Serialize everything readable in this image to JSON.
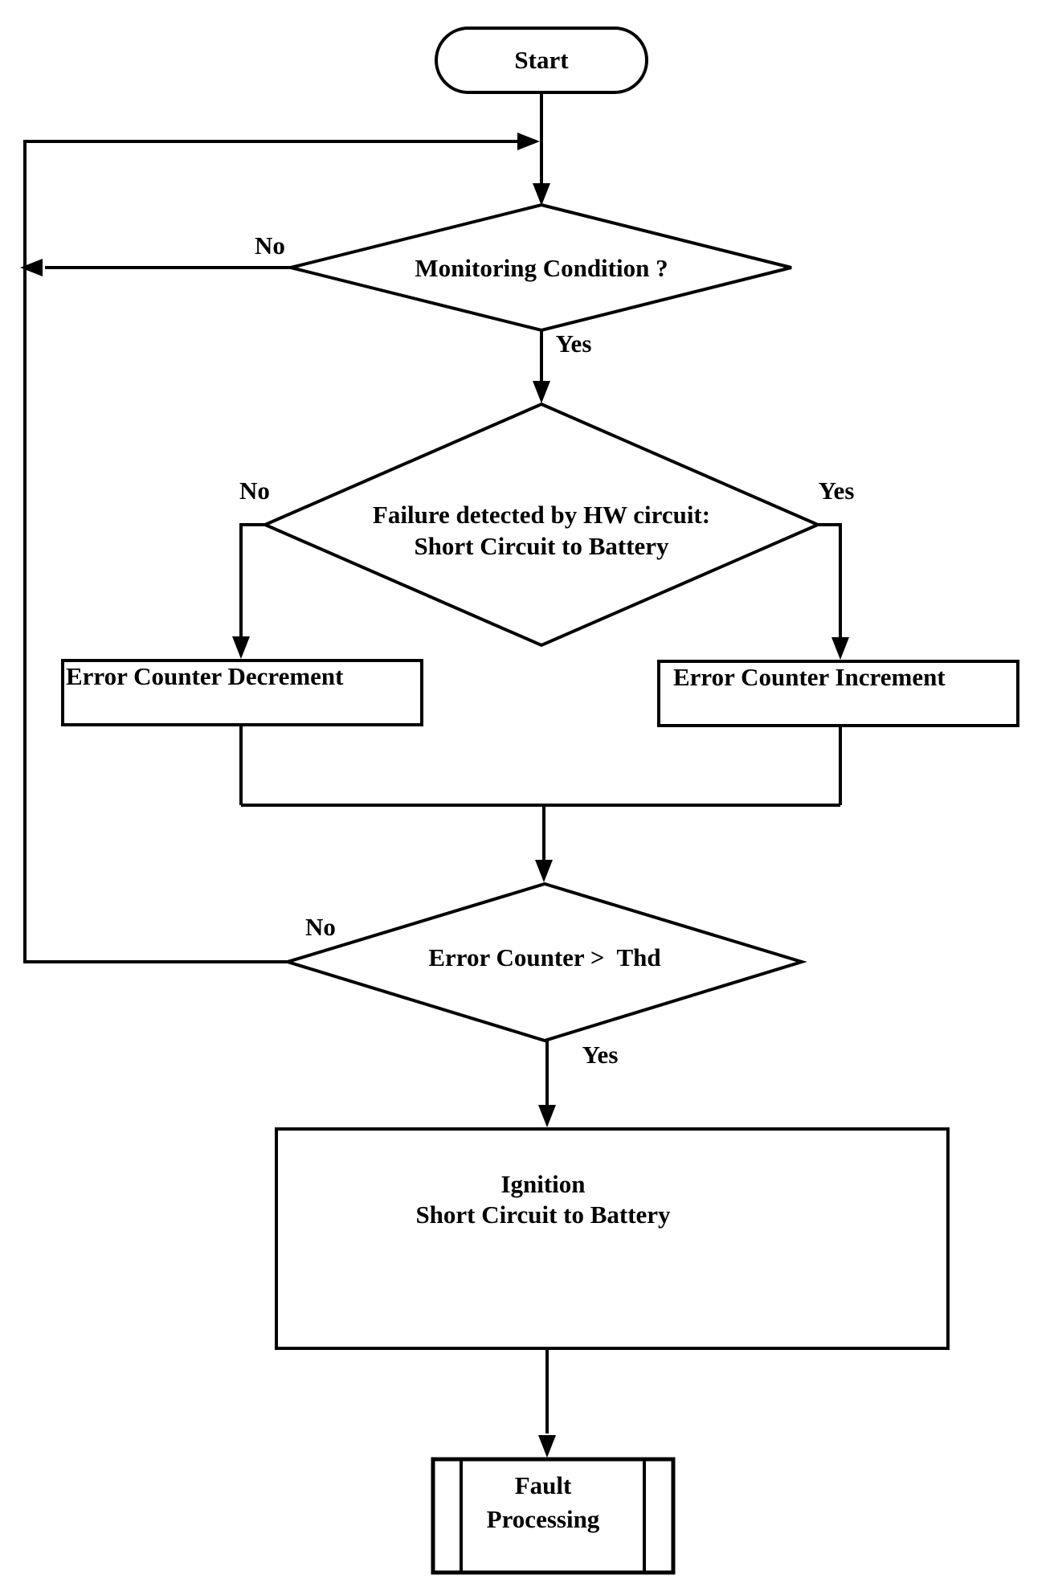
{
  "diagram": {
    "type": "flowchart",
    "colors": {
      "line": "#000000",
      "text": "#000000",
      "background": "#ffffff"
    },
    "nodes": {
      "start": {
        "shape": "terminator",
        "label": "Start"
      },
      "monitoring_condition": {
        "shape": "decision",
        "label": "Monitoring Condition ?"
      },
      "failure_detected": {
        "shape": "decision",
        "label": "Failure detected by HW circuit:\nShort Circuit to Battery"
      },
      "error_counter_decrement": {
        "shape": "process",
        "label": "Error Counter Decrement"
      },
      "error_counter_increment": {
        "shape": "process",
        "label": "Error Counter Increment"
      },
      "error_counter_threshold": {
        "shape": "decision",
        "label": "Error Counter >  Thd"
      },
      "ignition_short_circuit": {
        "shape": "process",
        "label": "Ignition\nShort Circuit to Battery"
      },
      "fault_processing": {
        "shape": "predefined_process",
        "label": "Fault\nProcessing"
      }
    },
    "branch_labels": {
      "monitoring_no": "No",
      "monitoring_yes": "Yes",
      "failure_no": "No",
      "failure_yes": "Yes",
      "threshold_no": "No",
      "threshold_yes": "Yes"
    }
  }
}
